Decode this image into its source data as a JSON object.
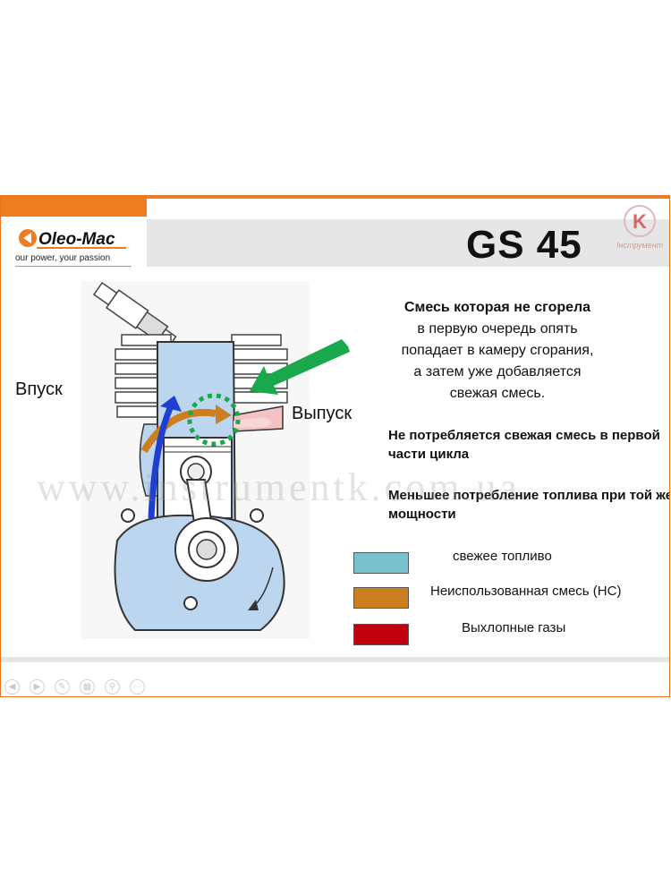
{
  "header": {
    "title": "GS 45",
    "brand": "Oleo-Mac",
    "tagline": "our power, your passion",
    "corner_logo_text": "Інструмент",
    "corner_logo_letter": "K"
  },
  "diagram": {
    "intake_label": "Впуск",
    "exhaust_label": "Выпуск"
  },
  "text": {
    "heading": "Смесь которая не сгорела",
    "lines": [
      "в первую очередь опять",
      "попадает  в камеру сгорания,",
      "а затем уже добавляется",
      "свежая смесь."
    ],
    "note1": "Не потребляется свежая смесь в первой части цикла",
    "note2": "Меньшее потребление топлива при той же мощности"
  },
  "legend": {
    "items": [
      {
        "label": "свежее топливо",
        "color": "#79c1cc"
      },
      {
        "label": "Неиспользованная смесь (НС)",
        "color": "#cc7f1f"
      },
      {
        "label": "Выхлопные газы",
        "color": "#c0000f"
      }
    ]
  },
  "watermark": "www.instrumentk.com.ua",
  "colors": {
    "accent": "#ee7d1f",
    "arrow_green": "#19a84b",
    "arrow_blue": "#1e3fd0",
    "chamber_blue": "#bcd6ef"
  },
  "nav_icons": [
    "prev-icon",
    "next-icon",
    "pen-icon",
    "slides-icon",
    "zoom-icon",
    "more-icon"
  ]
}
